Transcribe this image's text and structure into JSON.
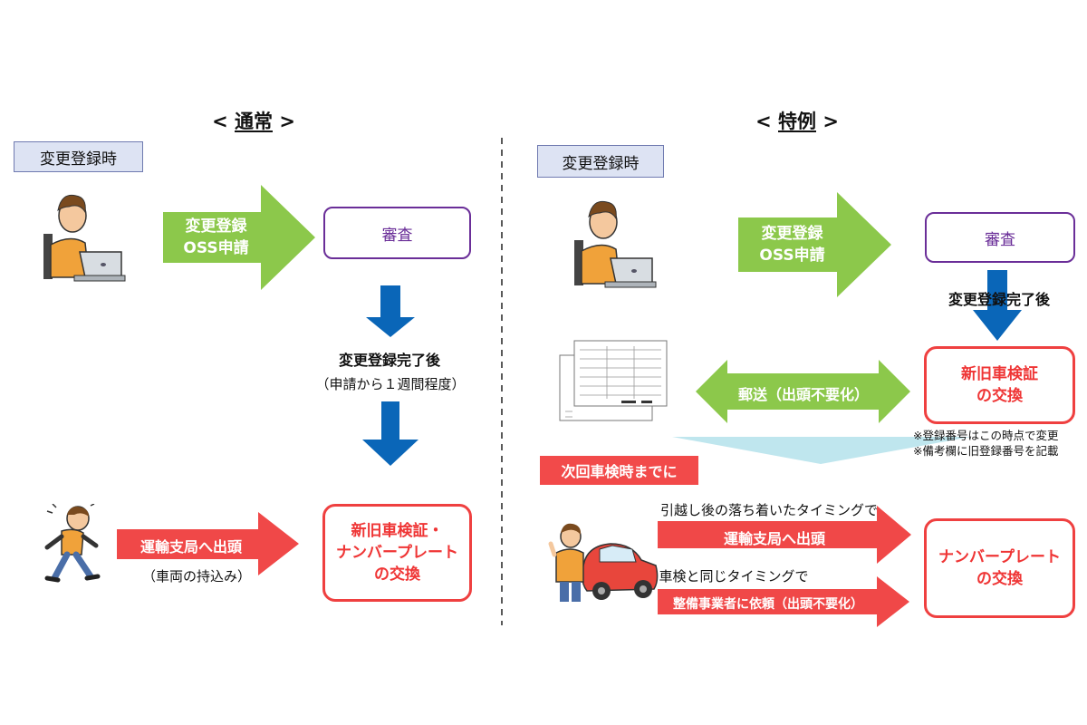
{
  "left": {
    "heading_open": "<",
    "heading": "通常",
    "heading_close": ">",
    "tag": "変更登録時",
    "arrow_label_1": "変更登録",
    "arrow_label_2": "OSS申請",
    "review_box": "審査",
    "after_label": "変更登録完了後",
    "after_sub": "（申請から１週間程度）",
    "visit_arrow": "運輸支局へ出頭",
    "visit_sub": "（車両の持込み）",
    "result_line1": "新旧車検証・",
    "result_line2": "ナンバープレート",
    "result_line3": "の交換"
  },
  "right": {
    "heading_open": "<",
    "heading": "特例",
    "heading_close": ">",
    "tag": "変更登録時",
    "arrow_label_1": "変更登録",
    "arrow_label_2": "OSS申請",
    "review_box": "審査",
    "after_label": "変更登録完了後",
    "mail_arrow": "郵送（出頭不要化）",
    "exchange_line1": "新旧車検証",
    "exchange_line2": "の交換",
    "note1": "※登録番号はこの時点で変更",
    "note2": "※備考欄に旧登録番号を記載",
    "next_tag": "次回車検時までに",
    "timing1": "引越し後の落ち着いたタイミングで",
    "visit_arrow": "運輸支局へ出頭",
    "timing2": "車検と同じタイミングで",
    "dealer_arrow": "整備事業者に依頼（出頭不要化）",
    "plate_line1": "ナンバープレート",
    "plate_line2": "の交換"
  },
  "colors": {
    "green_arrow": "#8cc84b",
    "blue_arrow": "#0a66b8",
    "red_arrow": "#f04848",
    "purple_border": "#6a2e98",
    "red_border": "#ef4040",
    "tag_bg": "#dde3f3",
    "triangle": "#bfe6ee"
  },
  "icons": {
    "person_laptop": "person-at-laptop-icon",
    "person_running": "running-person-icon",
    "person_car": "person-with-car-icon",
    "documents": "certificate-documents-icon"
  }
}
